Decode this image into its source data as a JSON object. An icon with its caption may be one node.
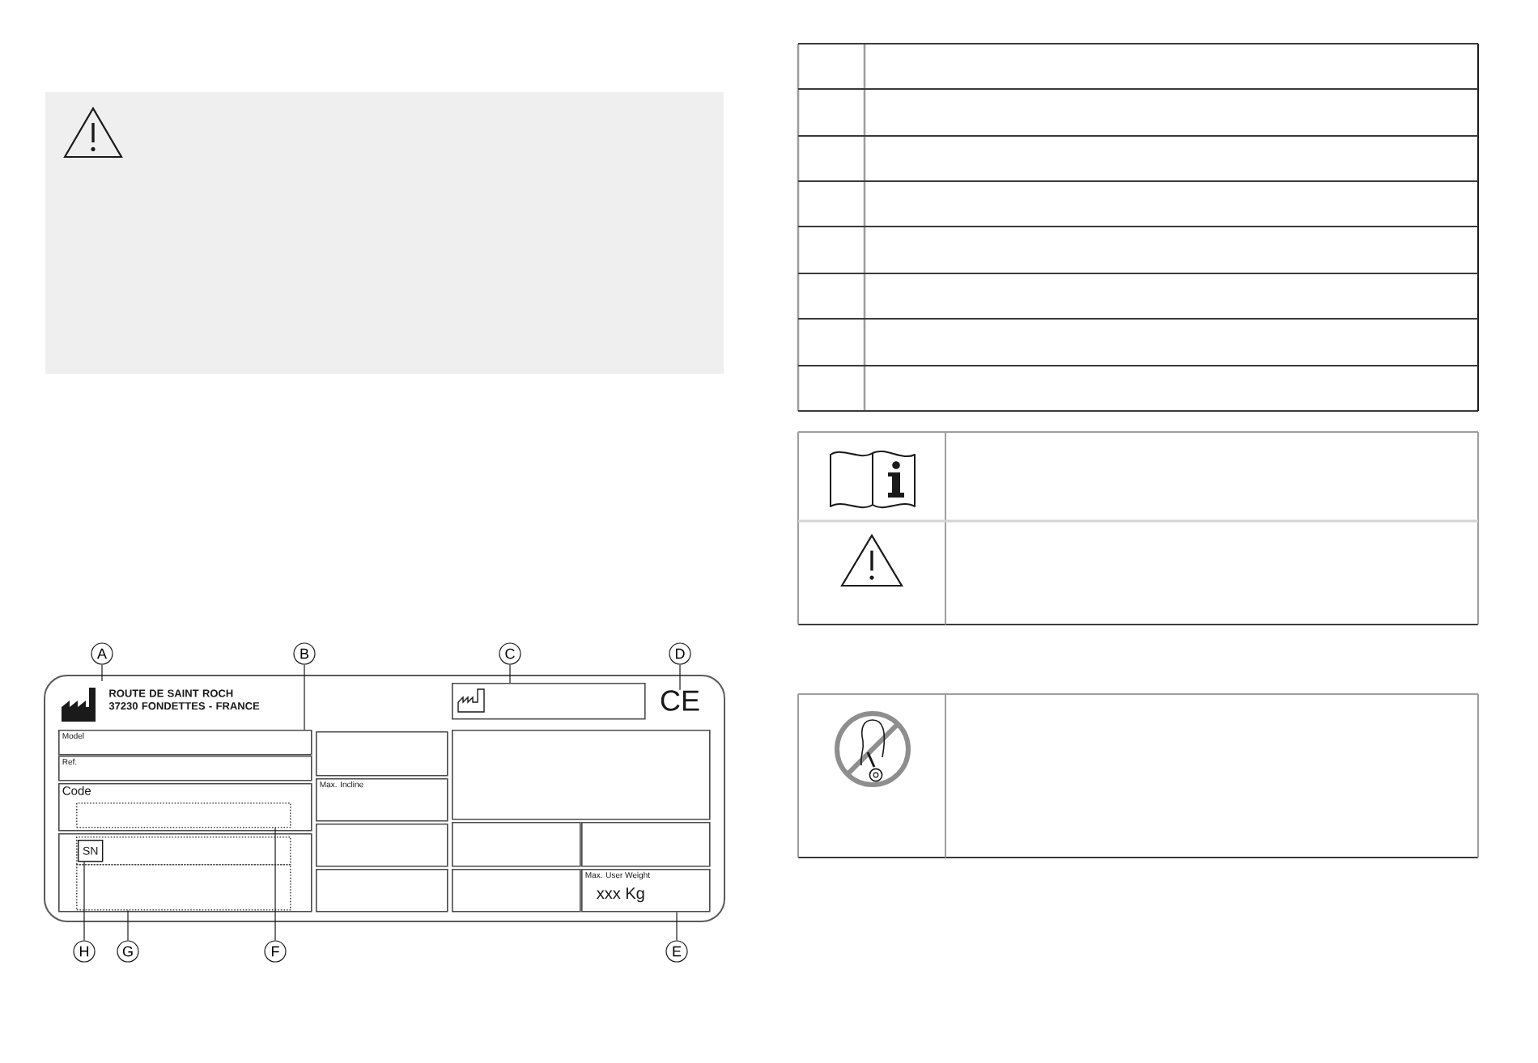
{
  "diagram": {
    "nodes": [
      {
        "text": [
          "A"
        ]
      },
      {
        "text": [
          "B"
        ]
      },
      {
        "text": [
          "C"
        ]
      },
      {
        "text": [
          "D"
        ]
      },
      {
        "text": [],
        "shape": "box"
      },
      {
        "text": [
          "ROUTE DE SAINT ROCH 37230 FONDETTES - FRANCE"
        ],
        "in": 4
      },
      {
        "text": [],
        "shape": "box",
        "in": 4
      },
      {
        "text": [
          "CE"
        ],
        "in": 4
      },
      {
        "text": [
          "Model"
        ],
        "in": 4
      },
      {
        "text": [],
        "shape": "box",
        "in": 4
      },
      {
        "text": [],
        "shape": "box",
        "in": 4
      },
      {
        "text": [
          "Ref."
        ],
        "in": 4
      },
      {
        "text": [
          "Max. Incline"
        ],
        "in": 4
      },
      {
        "text": [
          "Code"
        ],
        "in": 4
      },
      {
        "text": [],
        "shape": "box",
        "in": 13
      },
      {
        "text": [],
        "shape": "box",
        "in": 4
      },
      {
        "text": [],
        "shape": "box",
        "in": 4
      },
      {
        "text": [],
        "shape": "box",
        "in": 4
      },
      {
        "text": [],
        "shape": "box",
        "in": 4
      },
      {
        "text": [],
        "shape": "box",
        "in": 18
      },
      {
        "text": [
          "SN"
        ],
        "in": 19
      },
      {
        "text": [],
        "shape": "box",
        "in": 18
      },
      {
        "text": [],
        "shape": "box",
        "in": 4
      },
      {
        "text": [],
        "shape": "box",
        "in": 4
      },
      {
        "text": [
          "Max. User Weight",
          "xxx Kg"
        ],
        "in": 4
      },
      {
        "text": [
          "H"
        ]
      },
      {
        "text": [
          "G"
        ]
      },
      {
        "text": [
          "F"
        ]
      },
      {
        "text": [
          "E"
        ]
      }
    ],
    "edges": [
      {
        "from": 0,
        "to": 5,
        "arrow": "none"
      },
      {
        "from": 1,
        "to": 8,
        "arrow": "none"
      },
      {
        "from": 2,
        "to": 6,
        "arrow": "none"
      },
      {
        "from": 3,
        "to": 7,
        "arrow": "none"
      },
      {
        "from": 25,
        "to": 20,
        "arrow": "none"
      },
      {
        "from": 26,
        "to": 21,
        "arrow": "none"
      },
      {
        "from": 27,
        "to": 14,
        "arrow": "none"
      },
      {
        "from": 28,
        "to": 24,
        "arrow": "none"
      }
    ]
  }
}
